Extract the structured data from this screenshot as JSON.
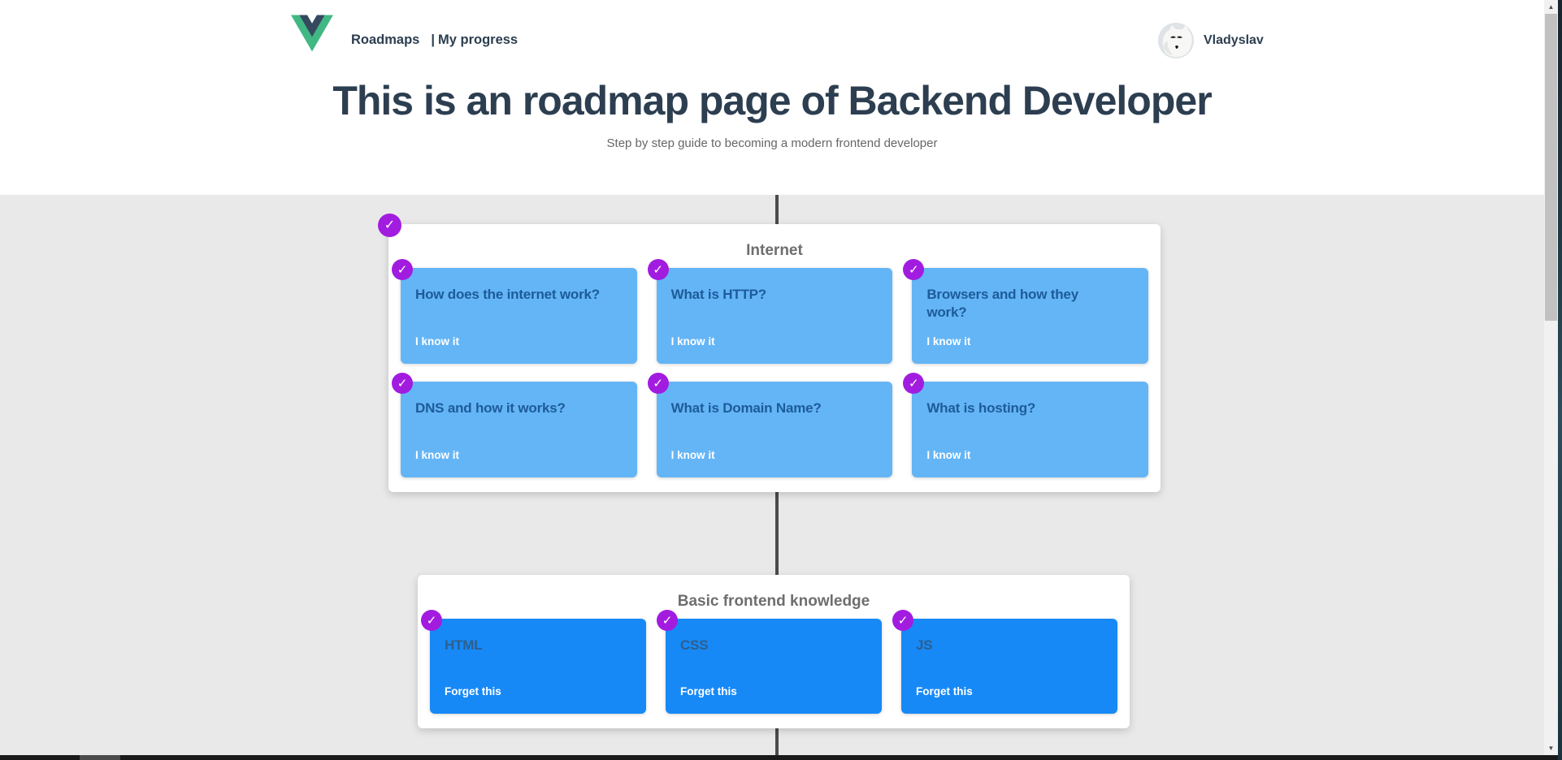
{
  "nav": {
    "roadmaps_label": "Roadmaps",
    "divider": "|",
    "my_progress_label": "My progress",
    "user_name": "Vladyslav"
  },
  "hero": {
    "title": "This is an roadmap page of Backend Developer",
    "subtitle": "Step by step guide to becoming a modern frontend developer"
  },
  "sections": [
    {
      "title": "Internet",
      "completed": true,
      "topics": [
        {
          "label": "How does the internet work?",
          "action": "I know it",
          "checked": true
        },
        {
          "label": "What is HTTP?",
          "action": "I know it",
          "checked": true
        },
        {
          "label": "Browsers and how they\nwork?",
          "action": "I know it",
          "checked": true
        },
        {
          "label": "DNS and how it works?",
          "action": "I know it",
          "checked": true
        },
        {
          "label": "What is Domain Name?",
          "action": "I know it",
          "checked": true
        },
        {
          "label": "What is hosting?",
          "action": "I know it",
          "checked": true
        }
      ]
    },
    {
      "title": "Basic frontend knowledge",
      "completed": false,
      "topics": [
        {
          "label": "HTML",
          "action": "Forget this",
          "checked": true
        },
        {
          "label": "CSS",
          "action": "Forget this",
          "checked": true
        },
        {
          "label": "JS",
          "action": "Forget this",
          "checked": true
        }
      ]
    }
  ],
  "icons": {
    "check": "✓",
    "scroll_up_arrow": "▲",
    "scroll_down_arrow": "▼"
  },
  "colors": {
    "brand_navy": "#2c3e50",
    "heading_gray": "#6e6e6e",
    "badge_purple": "#a21ce0",
    "card_light_blue": "#64b5f6",
    "card_bright_blue": "#1789f7",
    "topic_title_on_light": "#1d5b9a",
    "topic_title_on_bright": "#2d5f8e",
    "timeline_line": "#4b4b4b",
    "section_bg": "#e9e9e9",
    "vue_green": "#41b883",
    "vue_dark": "#35495e"
  }
}
